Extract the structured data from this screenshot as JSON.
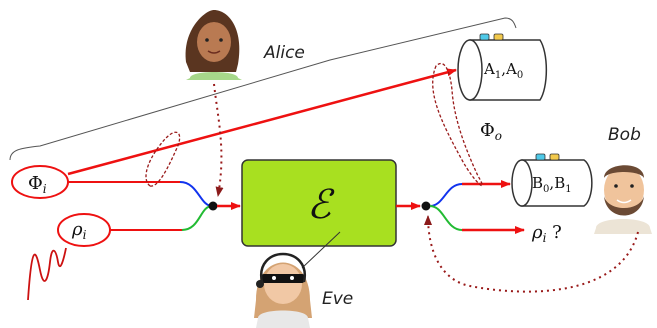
{
  "actors": {
    "alice": {
      "name": "Alice"
    },
    "bob": {
      "name": "Bob"
    },
    "eve": {
      "name": "Eve"
    }
  },
  "states": {
    "phi_i": "Φ",
    "phi_i_sub": "i",
    "rho_i": "ρ",
    "rho_i_sub": "i",
    "phi_o": "Φ",
    "phi_o_sub": "o",
    "rho_out": "ρ",
    "rho_out_sub": "i",
    "rho_out_suffix": " ?"
  },
  "channel": {
    "label": "ℰ",
    "fill": "#a8e020"
  },
  "detectors": {
    "alice": {
      "label_a": "A",
      "sub_a": "1",
      "sep": ",",
      "label_b": "A",
      "sub_b": "0"
    },
    "bob": {
      "label_a": "B",
      "sub_a": "0",
      "sep": ",",
      "label_b": "B",
      "sub_b": "1"
    }
  },
  "colors": {
    "beam": "#ee1111",
    "dotted": "#991a1a",
    "blue": "#1133ee",
    "green": "#22bb33",
    "eve_box": "#a8e020"
  }
}
